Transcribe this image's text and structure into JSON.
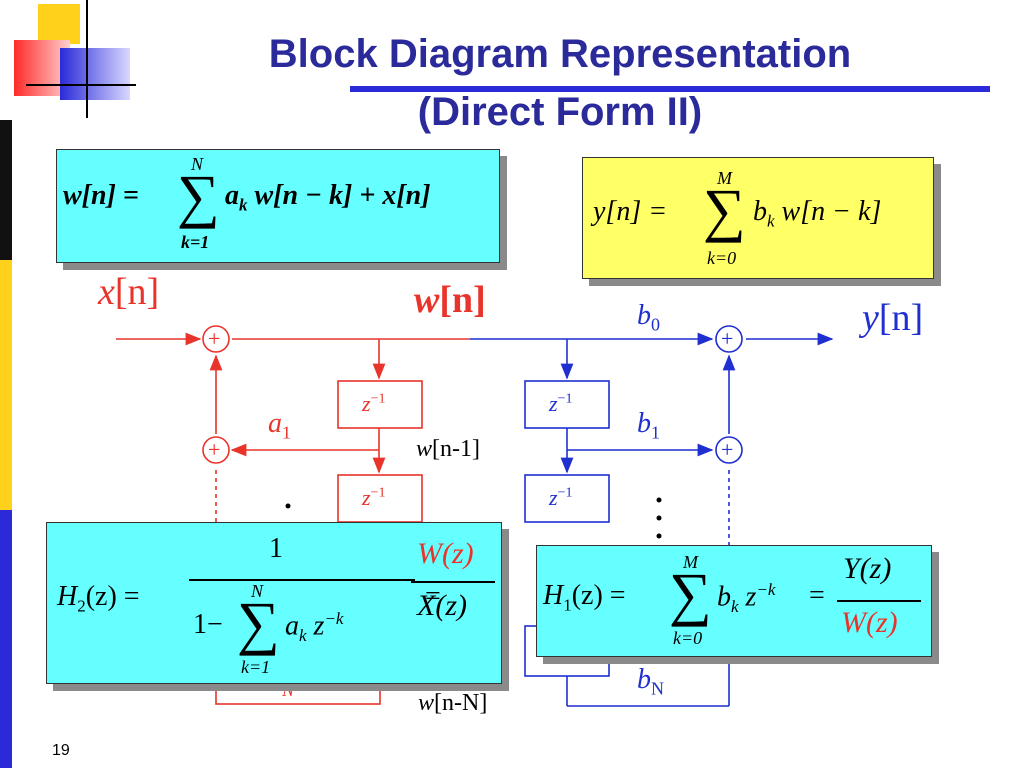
{
  "slide": {
    "title_line1": "Block Diagram Representation",
    "title_line2": "(Direct Form II)",
    "page_number": "19"
  },
  "equations": {
    "w_n": {
      "lhs": "w[n] =",
      "sum_upper": "N",
      "sum_lower": "k=1",
      "term": "a",
      "term_sub": "k",
      "rhs": "w[n − k] + x[n]"
    },
    "y_n": {
      "lhs": "y[n] =",
      "sum_upper": "M",
      "sum_lower": "k=0",
      "term": "b",
      "term_sub": "k",
      "rhs": "w[n − k]"
    },
    "h2": {
      "lhs": "H",
      "lhs_sub": "2",
      "lhs_arg": "(z) =",
      "numerator": "1",
      "den_prefix": "1−",
      "sum_upper": "N",
      "sum_lower": "k=1",
      "den_term": "a",
      "den_term_sub": "k",
      "den_z": "z",
      "den_exp": "−k",
      "eq2": "=",
      "ratio_num": "W(z)",
      "ratio_den": "X(z)"
    },
    "h1": {
      "lhs": "H",
      "lhs_sub": "1",
      "lhs_arg": "(z) =",
      "sum_upper": "M",
      "sum_lower": "k=0",
      "term": "b",
      "term_sub": "k",
      "z": "z",
      "exp": "−k",
      "eq2": "=",
      "ratio_num": "Y(z)",
      "ratio_den": "W(z)"
    }
  },
  "diagram": {
    "input_label": {
      "var": "x",
      "idx": "[n]"
    },
    "w_label": {
      "var": "w",
      "idx": "[n]"
    },
    "output_label": {
      "var": "y",
      "idx": "[n]"
    },
    "adder_symbol": "+",
    "delay_base": "z",
    "delay_exp": "−1",
    "a1_label": {
      "var": "a",
      "sub": "1"
    },
    "b0_label": {
      "var": "b",
      "sub": "0"
    },
    "b1_label": {
      "var": "b",
      "sub": "1"
    },
    "bN_label": {
      "var": "b",
      "sub": "N"
    },
    "wn1_label": {
      "var": "w",
      "idx": "[n-1]"
    },
    "wnN_label": {
      "var": "w",
      "idx": "[n-N]"
    },
    "delay_partial_exp": "−N",
    "colors": {
      "feedback": "#e8342b",
      "feedforward": "#1f2fd0",
      "title": "#2a2a9a"
    }
  }
}
